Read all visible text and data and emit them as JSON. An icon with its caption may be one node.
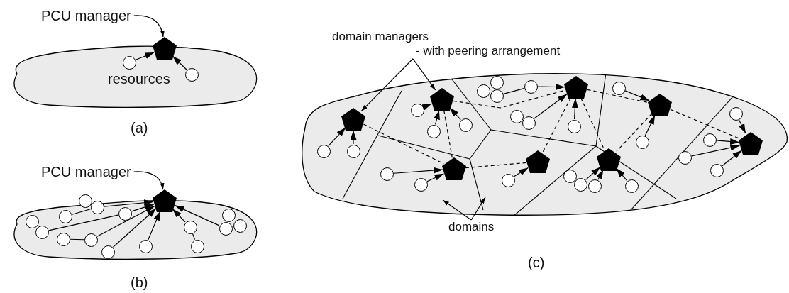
{
  "diagram": {
    "nodes": [
      {
        "text": [
          "PCU manager"
        ]
      },
      {
        "text": [],
        "shape": "cloud"
      },
      {
        "text": [],
        "shape": "pentagon"
      },
      {
        "text": [],
        "shape": "circle",
        "in": 1
      },
      {
        "text": [],
        "shape": "circle",
        "in": 1
      },
      {
        "text": [
          "PCU manager"
        ]
      },
      {
        "text": [],
        "shape": "cloud"
      },
      {
        "text": [],
        "shape": "pentagon"
      },
      {
        "text": [],
        "shape": "circle",
        "in": 6
      },
      {
        "text": [],
        "shape": "circle",
        "in": 6
      },
      {
        "text": [],
        "shape": "circle",
        "in": 6
      },
      {
        "text": [],
        "shape": "circle",
        "in": 6
      },
      {
        "text": [],
        "shape": "circle",
        "in": 6
      },
      {
        "text": [],
        "shape": "circle",
        "in": 6
      },
      {
        "text": [],
        "shape": "circle",
        "in": 6
      },
      {
        "text": [],
        "shape": "circle",
        "in": 6
      },
      {
        "text": [],
        "shape": "circle",
        "in": 6
      },
      {
        "text": [],
        "shape": "circle",
        "in": 6
      },
      {
        "text": [],
        "shape": "circle",
        "in": 6
      },
      {
        "text": [],
        "shape": "circle",
        "in": 6
      },
      {
        "text": [],
        "shape": "circle",
        "in": 6
      },
      {
        "text": [],
        "shape": "circle",
        "in": 6
      },
      {
        "text": [],
        "shape": "circle",
        "in": 6
      },
      {
        "text": [
          "domain managers",
          "- with peering arrangement"
        ]
      },
      {
        "text": [],
        "shape": "cloud"
      },
      {
        "text": [],
        "shape": "pentagon",
        "in": 24
      },
      {
        "text": [],
        "shape": "pentagon",
        "in": 24
      },
      {
        "text": [],
        "shape": "pentagon",
        "in": 24
      },
      {
        "text": [],
        "shape": "pentagon",
        "in": 24
      },
      {
        "text": [],
        "shape": "pentagon",
        "in": 24
      },
      {
        "text": [],
        "shape": "pentagon",
        "in": 24
      },
      {
        "text": [],
        "shape": "pentagon",
        "in": 24
      },
      {
        "text": [],
        "shape": "pentagon",
        "in": 24
      },
      {
        "text": [],
        "shape": "circle",
        "in": 24
      },
      {
        "text": [],
        "shape": "circle",
        "in": 24
      },
      {
        "text": [],
        "shape": "circle",
        "in": 24
      },
      {
        "text": [],
        "shape": "circle",
        "in": 24
      },
      {
        "text": [],
        "shape": "circle",
        "in": 24
      },
      {
        "text": [],
        "shape": "circle",
        "in": 24
      },
      {
        "text": [],
        "shape": "circle",
        "in": 24
      },
      {
        "text": [],
        "shape": "circle",
        "in": 24
      },
      {
        "text": [],
        "shape": "circle",
        "in": 24
      },
      {
        "text": [],
        "shape": "circle",
        "in": 24
      },
      {
        "text": [],
        "shape": "circle",
        "in": 24
      },
      {
        "text": [],
        "shape": "circle",
        "in": 24
      },
      {
        "text": [],
        "shape": "circle",
        "in": 24
      },
      {
        "text": [],
        "shape": "circle",
        "in": 24
      },
      {
        "text": [],
        "shape": "circle",
        "in": 24
      },
      {
        "text": [],
        "shape": "circle",
        "in": 24
      },
      {
        "text": [],
        "shape": "circle",
        "in": 24
      },
      {
        "text": [],
        "shape": "circle",
        "in": 24
      },
      {
        "text": [],
        "shape": "circle",
        "in": 24
      },
      {
        "text": [],
        "shape": "circle",
        "in": 24
      },
      {
        "text": [],
        "shape": "circle",
        "in": 24
      },
      {
        "text": [],
        "shape": "circle",
        "in": 24
      },
      {
        "text": [],
        "shape": "circle",
        "in": 24
      },
      {
        "text": [],
        "shape": "circle",
        "in": 24
      },
      {
        "text": [],
        "shape": "circle",
        "in": 24
      },
      {
        "text": [
          "domains"
        ]
      }
    ],
    "edges": [
      {
        "from": 0,
        "to": 2,
        "arrow": "to"
      },
      {
        "from": 3,
        "to": 2,
        "arrow": "to"
      },
      {
        "from": 4,
        "to": 2,
        "arrow": "to"
      },
      {
        "from": 5,
        "to": 7,
        "arrow": "to"
      },
      {
        "from": 9,
        "to": 7,
        "arrow": "to"
      },
      {
        "from": 10,
        "to": 9,
        "arrow": "none"
      },
      {
        "from": 12,
        "to": 13,
        "arrow": "none"
      },
      {
        "from": 13,
        "to": 7,
        "arrow": "to"
      },
      {
        "from": 15,
        "to": 7,
        "arrow": "to"
      },
      {
        "from": 14,
        "to": 15,
        "arrow": "none"
      },
      {
        "from": 16,
        "to": 7,
        "arrow": "to"
      },
      {
        "from": 17,
        "to": 7,
        "arrow": "to"
      },
      {
        "from": 18,
        "to": 7,
        "arrow": "to"
      },
      {
        "from": 19,
        "to": 18,
        "arrow": "none"
      },
      {
        "from": 22,
        "to": 7,
        "arrow": "to"
      },
      {
        "from": 23,
        "to": 25,
        "arrow": "to"
      },
      {
        "from": 23,
        "to": 26,
        "arrow": "to"
      },
      {
        "from": 33,
        "to": 25,
        "arrow": "to"
      },
      {
        "from": 34,
        "to": 25,
        "arrow": "to"
      },
      {
        "from": 35,
        "to": 26,
        "arrow": "to"
      },
      {
        "from": 36,
        "to": 26,
        "arrow": "to"
      },
      {
        "from": 37,
        "to": 26,
        "arrow": "to"
      },
      {
        "from": 40,
        "to": 41,
        "arrow": "none"
      },
      {
        "from": 41,
        "to": 27,
        "arrow": "to"
      },
      {
        "from": 43,
        "to": 27,
        "arrow": "to"
      },
      {
        "from": 44,
        "to": 27,
        "arrow": "to"
      },
      {
        "from": 45,
        "to": 28,
        "arrow": "to"
      },
      {
        "from": 46,
        "to": 28,
        "arrow": "to"
      },
      {
        "from": 47,
        "to": 29,
        "arrow": "to"
      },
      {
        "from": 48,
        "to": 29,
        "arrow": "to"
      },
      {
        "from": 49,
        "to": 29,
        "arrow": "to"
      },
      {
        "from": 50,
        "to": 29,
        "arrow": "to"
      },
      {
        "from": 52,
        "to": 30,
        "arrow": "to"
      },
      {
        "from": 53,
        "to": 30,
        "arrow": "to"
      },
      {
        "from": 54,
        "to": 30,
        "arrow": "to"
      },
      {
        "from": 55,
        "to": 31,
        "arrow": "to"
      },
      {
        "from": 56,
        "to": 32,
        "arrow": "to"
      },
      {
        "from": 57,
        "to": 32,
        "arrow": "to"
      },
      {
        "from": 25,
        "to": 32,
        "arrow": "none",
        "style": "dashed"
      },
      {
        "from": 26,
        "to": 32,
        "arrow": "none",
        "style": "dashed"
      },
      {
        "from": 26,
        "to": 27,
        "arrow": "none",
        "style": "dashed"
      },
      {
        "from": 27,
        "to": 31,
        "arrow": "none",
        "style": "dashed"
      },
      {
        "from": 27,
        "to": 30,
        "arrow": "none",
        "style": "dashed"
      },
      {
        "from": 27,
        "to": 28,
        "arrow": "none",
        "style": "dashed"
      },
      {
        "from": 28,
        "to": 30,
        "arrow": "none",
        "style": "dashed"
      },
      {
        "from": 28,
        "to": 29,
        "arrow": "none",
        "style": "dashed"
      },
      {
        "from": 32,
        "to": 31,
        "arrow": "none",
        "style": "dashed"
      },
      {
        "from": 58,
        "to": null,
        "arrow": "to"
      },
      {
        "from": 58,
        "to": null,
        "arrow": "to"
      }
    ],
    "labels": [
      "resources",
      "(a)",
      "(b)",
      "(c)"
    ]
  }
}
